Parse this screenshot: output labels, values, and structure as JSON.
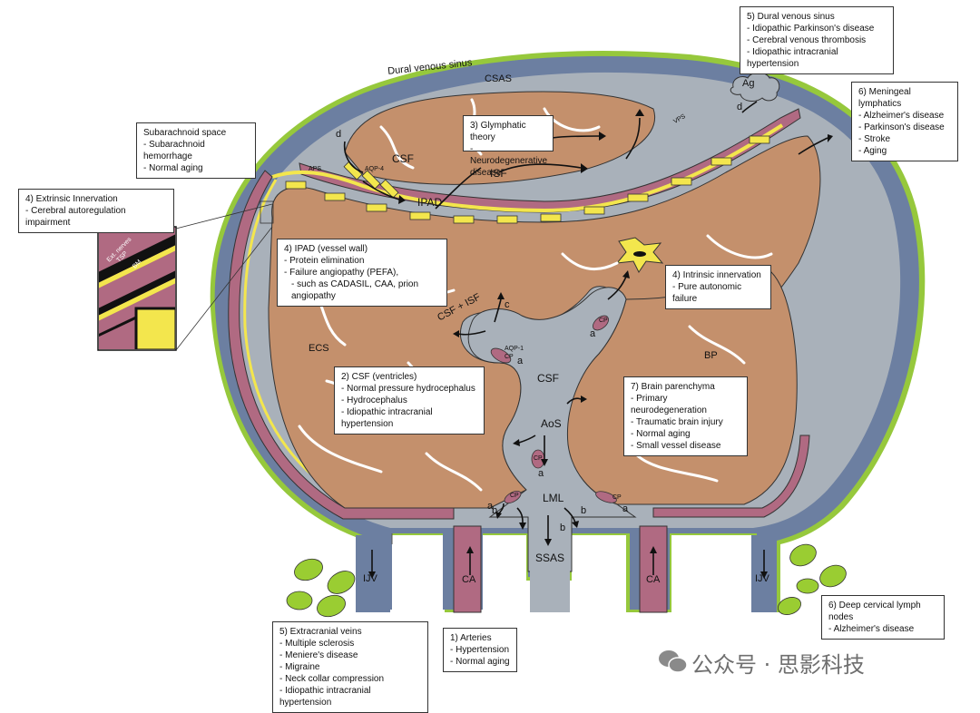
{
  "boxes": {
    "dural_sinus": {
      "title": "5) Dural venous sinus",
      "items": [
        "Idiopathic Parkinson's disease",
        "Cerebral venous thrombosis",
        "Idiopathic intracranial hypertension"
      ]
    },
    "meningeal_lymph": {
      "title": "6) Meningeal lymphatics",
      "items": [
        "Alzheimer's disease",
        "Parkinson's disease",
        "Stroke",
        "Aging"
      ]
    },
    "subarachnoid": {
      "title": "Subarachnoid space",
      "items": [
        "Subarachnoid hemorrhage",
        "Normal aging"
      ]
    },
    "glymphatic": {
      "title": "3) Glymphatic theory",
      "items": [
        "Neurodegenerative disease"
      ]
    },
    "extrinsic": {
      "title": "4) Extrinsic Innervation",
      "items": [
        "Cerebral autoregulation impairment"
      ]
    },
    "ipad_wall": {
      "title": "4) IPAD (vessel wall)",
      "items": [
        "Protein elimination",
        "Failure angiopathy (PEFA),",
        "such as CADASIL, CAA, prion angiopathy"
      ]
    },
    "intrinsic": {
      "title": "4) Intrinsic innervation",
      "items": [
        "Pure autonomic failure"
      ]
    },
    "csf_ventricles": {
      "title": "2) CSF (ventricles)",
      "items": [
        "Normal pressure hydrocephalus",
        "Hydrocephalus",
        "Idiopathic intracranial hypertension"
      ]
    },
    "brain_parenchyma": {
      "title": "7) Brain parenchyma",
      "items": [
        "Primary neurodegeneration",
        "Traumatic brain injury",
        "Normal aging",
        "Small vessel disease"
      ]
    },
    "deep_cervical": {
      "title": "6) Deep cervical lymph nodes",
      "items": [
        "Alzheimer's disease"
      ]
    },
    "extracranial_veins": {
      "title": "5) Extracranial veins",
      "items": [
        "Multiple sclerosis",
        "Meniere's disease",
        "Migraine",
        "Neck collar compression",
        "Idiopathic intracranial hypertension"
      ]
    },
    "arteries": {
      "title": "1) Arteries",
      "items": [
        "Hypertension",
        "Normal aging"
      ]
    }
  },
  "labels": {
    "dural_venous_sinus": "Dural venous sinus",
    "csas": "CSAS",
    "ag": "Ag",
    "d1": "d",
    "d2": "d",
    "vps": "VPS",
    "aps": "APS",
    "aqp4": "AQP-4",
    "csf_top": "CSF",
    "isf": "ISF",
    "ipad": "IPAD",
    "csf_isf": "CSF + ISF",
    "c": "c",
    "ecs": "ECS",
    "aqp1": "AQP-1",
    "cp1": "CP",
    "a1": "a",
    "csf_center": "CSF",
    "a2": "a",
    "cp2": "CP",
    "bp": "BP",
    "aos": "AoS",
    "cp3": "CP",
    "a3": "a",
    "lml": "LML",
    "cp4": "CP",
    "a4": "a",
    "b1": "b",
    "cp5": "CP",
    "a5": "a",
    "b2": "b",
    "b3": "b",
    "ssas": "SSAS",
    "ijv1": "IJV",
    "ca1": "CA",
    "ca2": "CA",
    "ijv2": "IJV",
    "inset1": "Ext. nerves",
    "inset2": "TSP",
    "inset3": "BM"
  },
  "watermark": "公众号 · 思影科技",
  "colors": {
    "green": "#96c83c",
    "blue": "#6c7fa1",
    "grey": "#a9b1ba",
    "brain": "#c4906c",
    "artery": "#b06a82",
    "yellow": "#f3e64d",
    "lymph": "#9acd32"
  }
}
